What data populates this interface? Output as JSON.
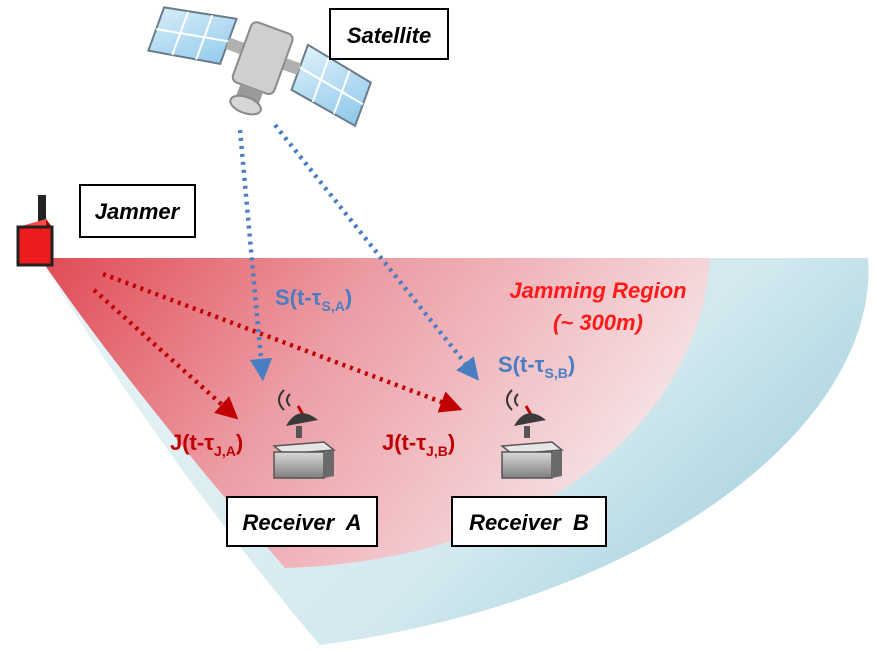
{
  "labels": {
    "satellite": "Satellite",
    "jammer": "Jammer",
    "receiver_a": "Receiver  A",
    "receiver_b": "Receiver  B",
    "region_line1": "Jamming Region",
    "region_line2": "(~ 300m)"
  },
  "signals": {
    "sat_to_a": {
      "prefix": "S(t-",
      "tau": "τ",
      "sub": "S,A",
      "suffix": ")"
    },
    "sat_to_b": {
      "prefix": "S(t-",
      "tau": "τ",
      "sub": "S,B",
      "suffix": ")"
    },
    "jam_to_a": {
      "prefix": "J(t-",
      "tau": "τ",
      "sub": "J,A",
      "suffix": ")"
    },
    "jam_to_b": {
      "prefix": "J(t-",
      "tau": "τ",
      "sub": "J,B",
      "suffix": ")"
    }
  },
  "colors": {
    "satellite_signal": "#4a7ec2",
    "jammer_signal": "#c00000",
    "jamming_region": "#e8525a",
    "coverage_region": "#bfe0e8",
    "label_border": "#000000"
  },
  "icons": {
    "satellite": "satellite-icon",
    "jammer": "jammer-icon",
    "receiver": "receiver-dish-icon"
  }
}
